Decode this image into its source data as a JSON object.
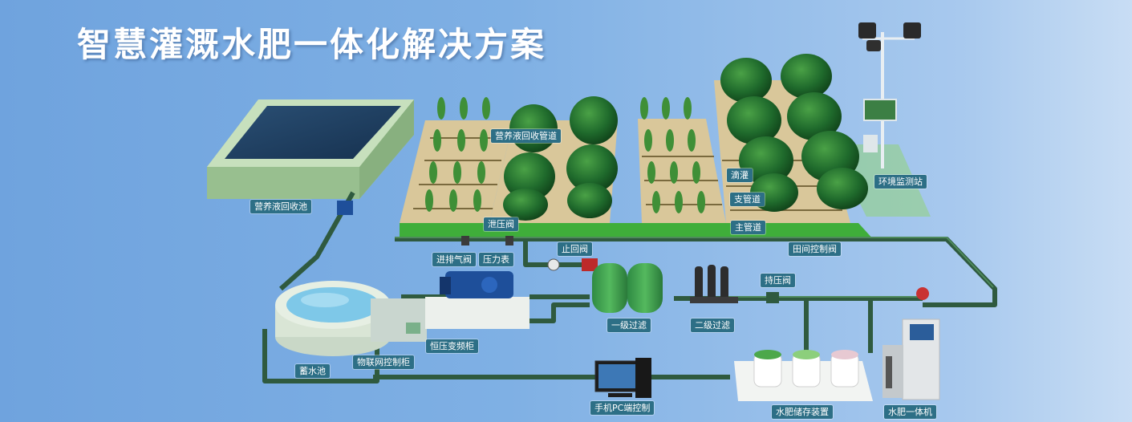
{
  "title": "智慧灌溉水肥一体化解决方案",
  "labels": {
    "nutrient_pipe": "营养液回收管道",
    "nutrient_pool": "营养液回收池",
    "relief_valve": "泄压阀",
    "check_valve": "止回阀",
    "air_valve": "进排气阀",
    "pressure_gauge": "压力表",
    "drip": "滴灌",
    "branch_pipe": "支管道",
    "main_pipe": "主管道",
    "field_valve": "田间控制阀",
    "env_station": "环境监测站",
    "pressure_hold_valve": "持压阀",
    "primary_filter": "一级过滤",
    "secondary_filter": "二级过滤",
    "vfd_cabinet": "恒压变频柜",
    "iot_cabinet": "物联网控制柜",
    "reservoir": "蓄水池",
    "pc_control": "手机PC端控制",
    "fert_storage": "水肥储存装置",
    "fert_machine": "水肥一体机"
  },
  "colors": {
    "pipe": "#2f5a3f",
    "pipe_highlight": "#4e8a5c",
    "label_bg": "#2d6f86",
    "grass": "#3fae3a",
    "soil": "#d9c79a",
    "tree": "#1f6a2c"
  }
}
